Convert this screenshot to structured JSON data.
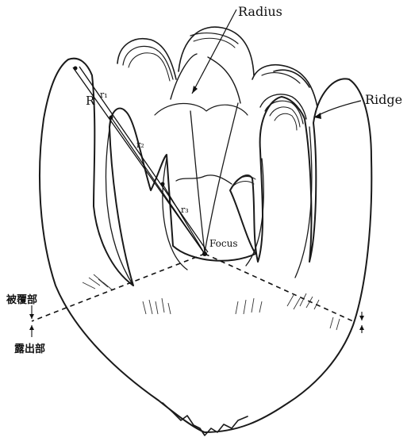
{
  "figure": {
    "labels": {
      "radius": "Radius",
      "ridge": "Ridge",
      "focus": "Focus",
      "big_r": "R",
      "r1": "r₁",
      "r2": "r₂",
      "r3": "r₃",
      "covered_part": "被覆部",
      "exposed_part": "露出部"
    }
  }
}
